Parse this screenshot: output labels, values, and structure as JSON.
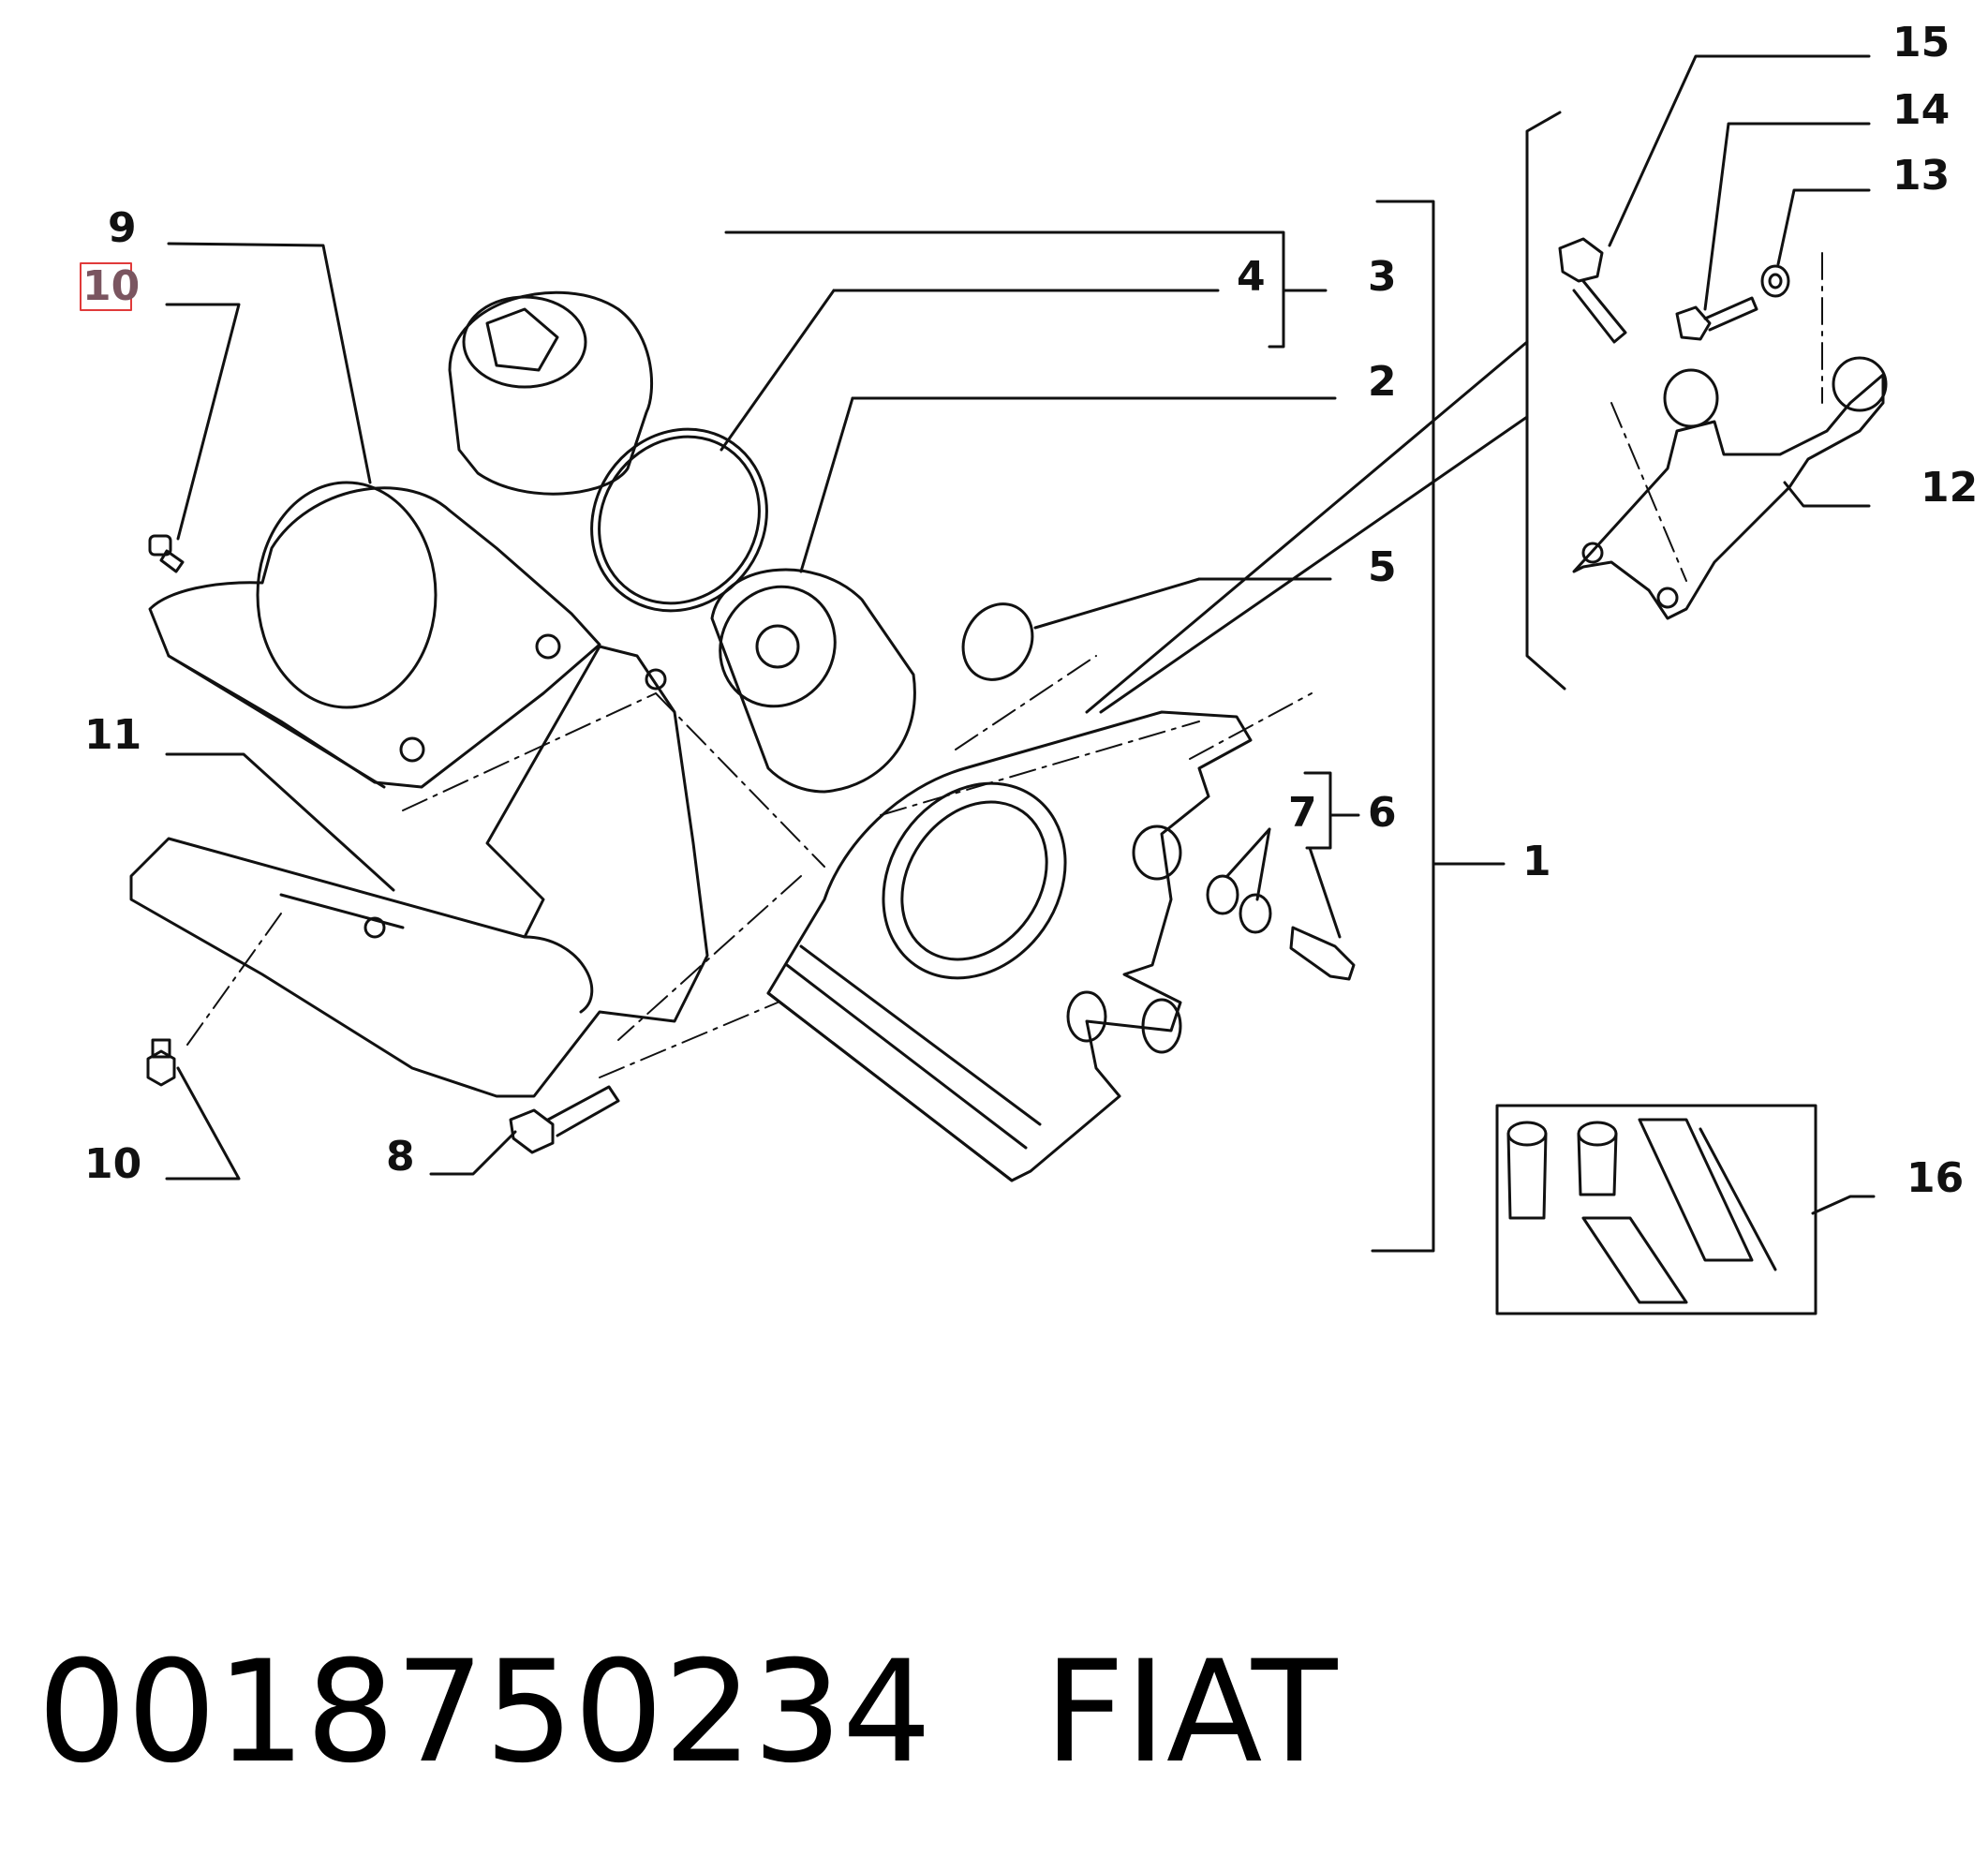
{
  "diagram": {
    "callouts": {
      "c1": "1",
      "c2": "2",
      "c3": "3",
      "c4": "4",
      "c5": "5",
      "c6": "6",
      "c7": "7",
      "c8": "8",
      "c9": "9",
      "c10_top": "10",
      "c10_bottom": "10",
      "c11": "11",
      "c12": "12",
      "c13": "13",
      "c14": "14",
      "c15": "15",
      "c16": "16"
    },
    "highlighted_callout": "10",
    "colors": {
      "line": "#111111",
      "highlight_box": "#e03a3a",
      "highlight_text": "#7a5560"
    }
  },
  "footer": {
    "part_number": "0018750234",
    "brand": "FIAT"
  }
}
